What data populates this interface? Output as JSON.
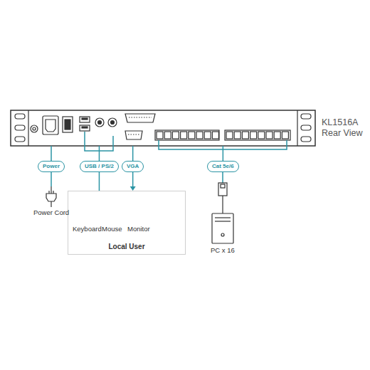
{
  "diagram": {
    "nodes": [
      {
        "text": [
          "KL1516A Rear View"
        ]
      },
      {
        "text": [
          "Power"
        ]
      },
      {
        "text": [
          "USB / PS/2"
        ]
      },
      {
        "text": [
          "VGA"
        ]
      },
      {
        "text": [
          "Cat 5e/6"
        ]
      },
      {
        "text": [
          "Local User"
        ]
      }
    ],
    "edges": [
      {
        "from": 0,
        "to": 1,
        "arrow": "none"
      },
      {
        "from": 0,
        "to": 2,
        "arrow": "none"
      },
      {
        "from": 0,
        "to": 3,
        "arrow": "none"
      },
      {
        "from": 0,
        "to": 4,
        "arrow": "none"
      },
      {
        "from": 2,
        "to": 5,
        "arrow": "none"
      },
      {
        "from": 3,
        "to": 5,
        "arrow": "to"
      }
    ],
    "labels": [
      "Power Cord",
      "Keyboard",
      "Mouse",
      "Monitor",
      "PC x 16"
    ]
  }
}
